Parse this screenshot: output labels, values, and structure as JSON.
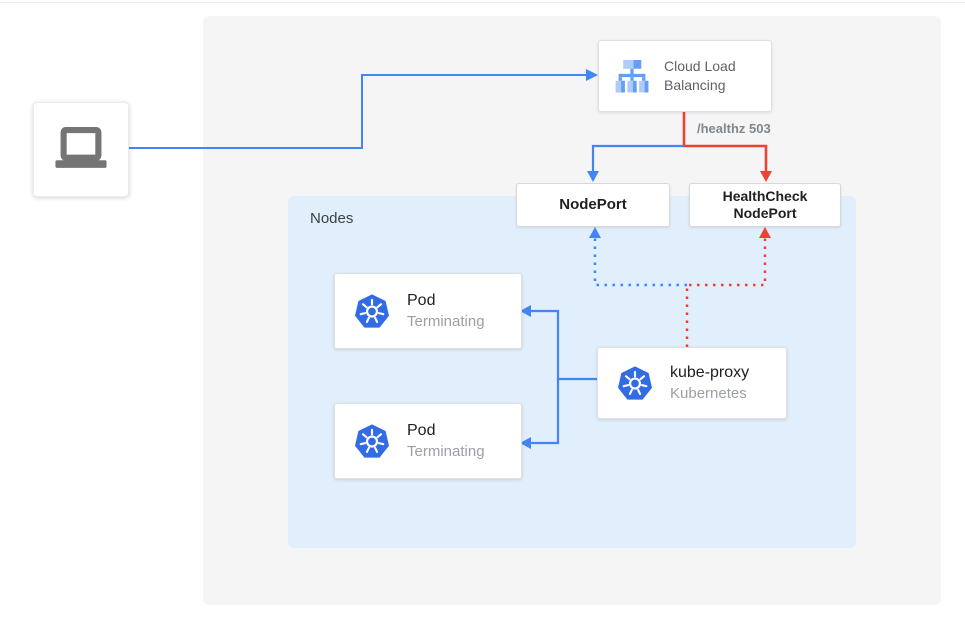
{
  "client": {
    "icon": "laptop"
  },
  "cloud_load_balancing": {
    "label": "Cloud Load Balancing"
  },
  "healthz_badge": "/healthz 503",
  "nodeport": {
    "label": "NodePort"
  },
  "healthcheck_nodeport": {
    "label": "HealthCheck NodePort"
  },
  "nodes_panel": {
    "label": "Nodes"
  },
  "pods": [
    {
      "title": "Pod",
      "subtitle": "Terminating"
    },
    {
      "title": "Pod",
      "subtitle": "Terminating"
    }
  ],
  "kube_proxy": {
    "title": "kube-proxy",
    "subtitle": "Kubernetes"
  },
  "colors": {
    "flow_blue": "#4285f4",
    "flow_red": "#ea4335",
    "kubernetes_blue": "#326ce5",
    "lb_icon_blue": "#669df6",
    "lb_icon_light_blue": "#aecbfa",
    "outer_panel_gray": "#f5f5f5",
    "nodes_panel_blue": "#e1eefb",
    "muted_text_gray": "#9aa0a6",
    "healthz_text_gray": "#80868b"
  }
}
